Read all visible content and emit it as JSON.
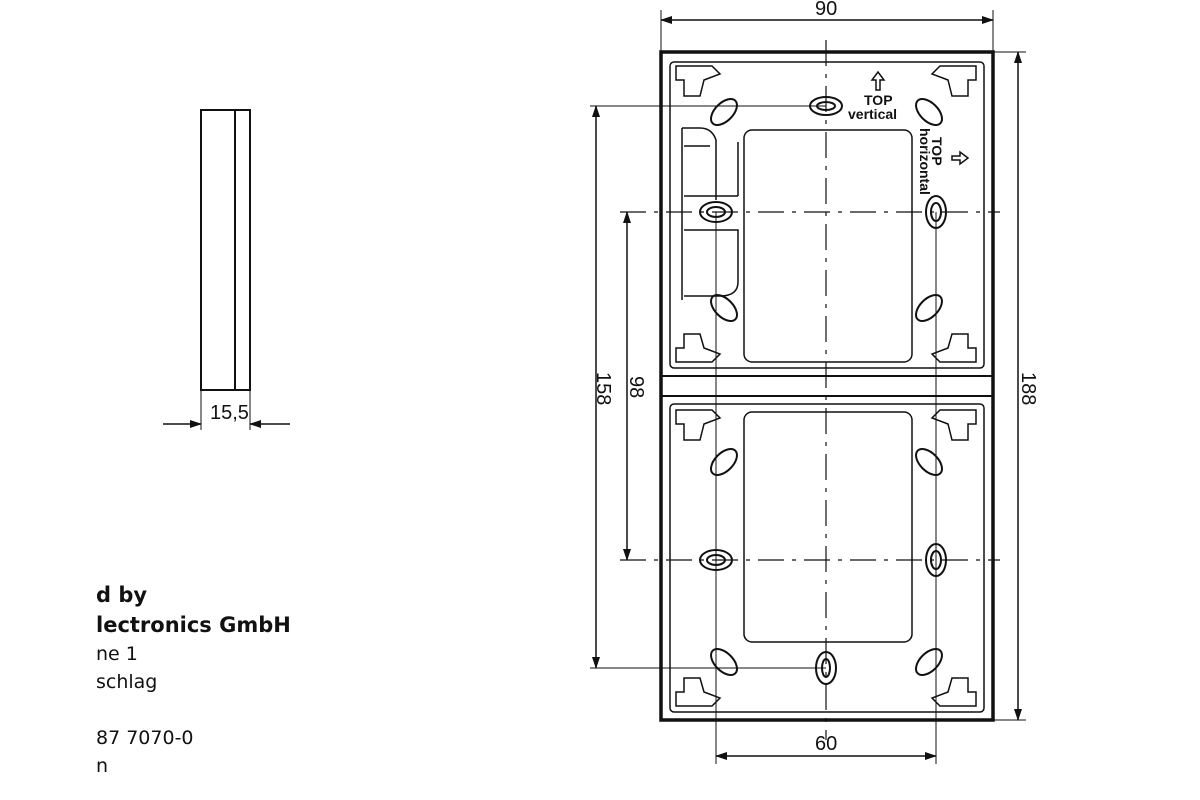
{
  "dimensions": {
    "side_depth": "15,5",
    "top_width": "90",
    "bottom_width": "60",
    "height_outer_left": "158",
    "height_inner_left": "98",
    "height_right": "188"
  },
  "stamps": {
    "top_word": "TOP",
    "vertical_word": "vertical",
    "horizontal_word": "horizontal"
  },
  "manufacturer": {
    "line1": "d by",
    "line2": "lectronics GmbH",
    "line3": "ne 1",
    "line4": "schlag",
    "line5": "87 7070-0",
    "line6": "n"
  },
  "colors": {
    "stroke": "#111111",
    "background": "#ffffff"
  }
}
